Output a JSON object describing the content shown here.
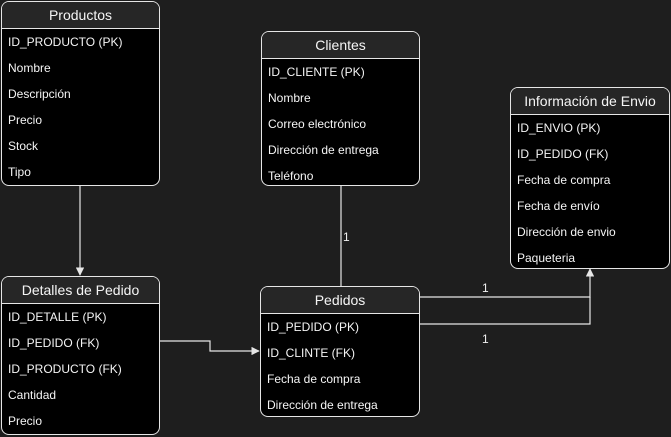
{
  "entities": {
    "productos": {
      "title": "Productos",
      "fields": [
        "ID_PRODUCTO (PK)",
        "Nombre",
        "Descripción",
        "Precio",
        "Stock",
        "Tipo"
      ]
    },
    "clientes": {
      "title": "Clientes",
      "fields": [
        "ID_CLIENTE (PK)",
        "Nombre",
        "Correo electrónico",
        "Dirección de entrega",
        "Teléfono"
      ]
    },
    "envio": {
      "title": "Información de Envio",
      "fields": [
        "ID_ENVIO (PK)",
        "ID_PEDIDO (FK)",
        "Fecha de compra",
        "Fecha de envío",
        "Dirección de envio",
        "Paqueteria"
      ]
    },
    "detalles": {
      "title": "Detalles de Pedido",
      "fields": [
        "ID_DETALLE (PK)",
        "ID_PEDIDO (FK)",
        "ID_PRODUCTO (FK)",
        "Cantidad",
        "Precio"
      ]
    },
    "pedidos": {
      "title": "Pedidos",
      "fields": [
        "ID_PEDIDO (PK)",
        "ID_CLINTE (FK)",
        "Fecha de compra",
        "Dirección de entrega"
      ]
    }
  },
  "edge_labels": {
    "clientes_pedidos": "1",
    "pedidos_envio_top": "1",
    "pedidos_envio_bottom": "1"
  },
  "colors": {
    "background": "#1e1e1e",
    "box_fill": "#000000",
    "header_fill": "#262626",
    "border": "#e6e6e6"
  }
}
